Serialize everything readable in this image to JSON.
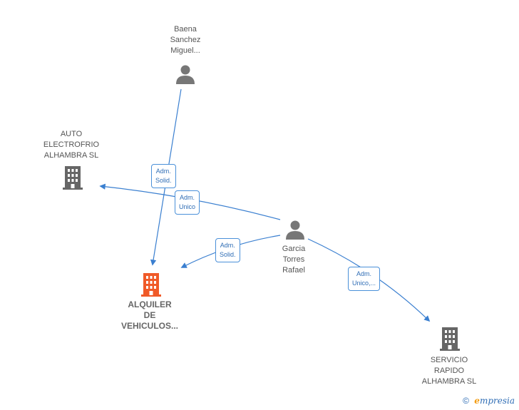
{
  "colors": {
    "edge": "#3a7fd0",
    "person": "#777777",
    "company": "#666666",
    "company_main": "#f05a28"
  },
  "nodes": {
    "baena": {
      "lines": [
        "Baena",
        "Sanchez",
        "Miguel..."
      ],
      "icon": "person-icon"
    },
    "auto": {
      "lines": [
        "AUTO",
        "ELECTROFRIO",
        "ALHAMBRA SL"
      ],
      "icon": "building-icon"
    },
    "garcia": {
      "lines": [
        "Garcia",
        "Torres",
        "Rafael"
      ],
      "icon": "person-icon"
    },
    "alquiler": {
      "lines": [
        "ALQUILER",
        "DE",
        "VEHICULOS..."
      ],
      "icon": "building-icon"
    },
    "servicio": {
      "lines": [
        "SERVICIO",
        "RAPIDO",
        "ALHAMBRA  SL"
      ],
      "icon": "building-icon"
    }
  },
  "edges": [
    {
      "from": "baena",
      "to": "alquiler",
      "label": [
        "Adm.",
        "Solid."
      ]
    },
    {
      "from": "garcia",
      "to": "auto",
      "label": [
        "Adm.",
        "Unico"
      ]
    },
    {
      "from": "garcia",
      "to": "alquiler",
      "label": [
        "Adm.",
        "Solid."
      ]
    },
    {
      "from": "garcia",
      "to": "servicio",
      "label": [
        "Adm.",
        "Unico,..."
      ]
    }
  ],
  "footer": {
    "copyright": "©",
    "brand_initial": "e",
    "brand_rest": "mpresia"
  }
}
